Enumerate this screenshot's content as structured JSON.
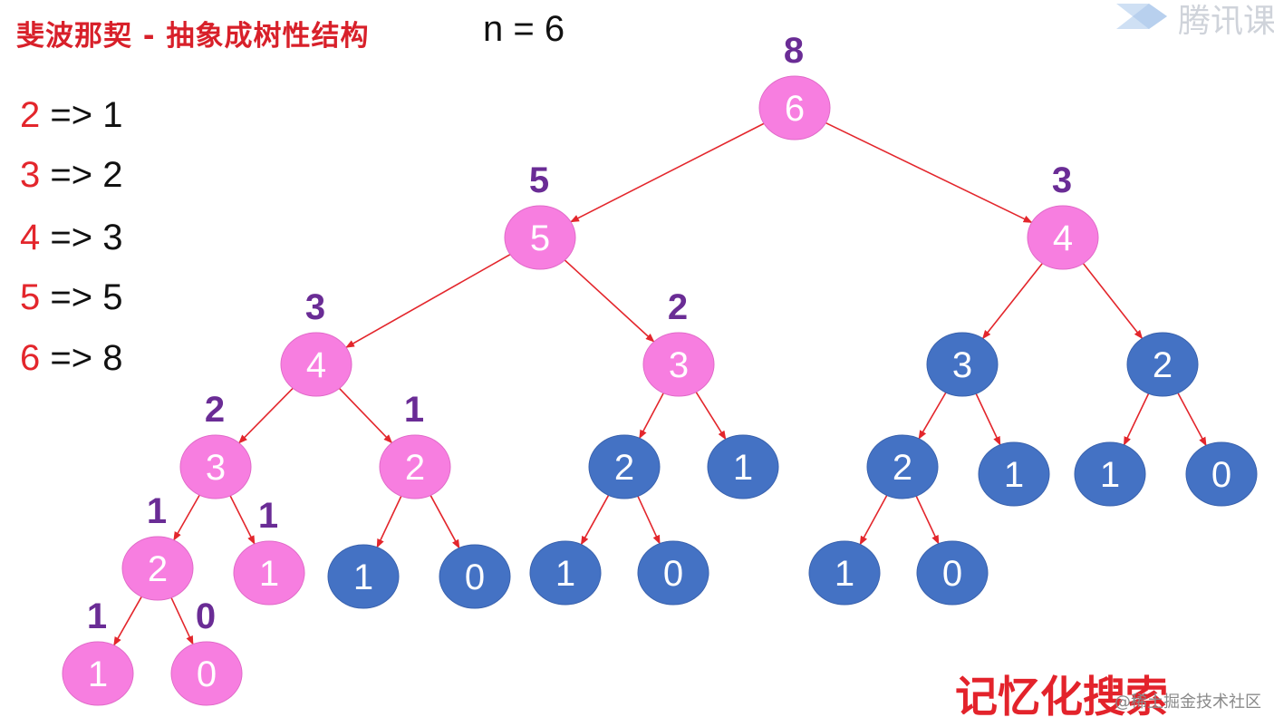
{
  "header": {
    "title": "斐波那契 - 抽象成树性结构",
    "n_label": "n = 6"
  },
  "memo": [
    {
      "key": "2",
      "value": " => 1"
    },
    {
      "key": "3",
      "value": " => 2"
    },
    {
      "key": "4",
      "value": " => 3"
    },
    {
      "key": "5",
      "value": " => 5"
    },
    {
      "key": "6",
      "value": " => 8"
    }
  ],
  "method_label": "记忆化搜索",
  "watermark": {
    "brand": "腾讯课",
    "credit": "@稀土掘金技术社区"
  },
  "colors": {
    "computed_node": "#f77ee0",
    "memo_hit_node": "#4472c4",
    "edge": "#e3262c",
    "count_label": "#6a2c95",
    "title": "#d8202a"
  },
  "tree": {
    "nodes": [
      {
        "id": "n6",
        "value": "6",
        "count": "8",
        "state": "computed"
      },
      {
        "id": "n5",
        "value": "5",
        "count": "5",
        "state": "computed"
      },
      {
        "id": "n4r",
        "value": "4",
        "count": "3",
        "state": "computed"
      },
      {
        "id": "n4",
        "value": "4",
        "count": "3",
        "state": "computed"
      },
      {
        "id": "n3m",
        "value": "3",
        "count": "2",
        "state": "computed"
      },
      {
        "id": "n3rr",
        "value": "3",
        "count": "",
        "state": "memo"
      },
      {
        "id": "n2rr",
        "value": "2",
        "count": "",
        "state": "memo"
      },
      {
        "id": "n3",
        "value": "3",
        "count": "2",
        "state": "computed"
      },
      {
        "id": "n2a",
        "value": "2",
        "count": "1",
        "state": "computed"
      },
      {
        "id": "n2m",
        "value": "2",
        "count": "",
        "state": "memo"
      },
      {
        "id": "n1m",
        "value": "1",
        "count": "",
        "state": "memo"
      },
      {
        "id": "n2r",
        "value": "2",
        "count": "",
        "state": "memo"
      },
      {
        "id": "n1r",
        "value": "1",
        "count": "",
        "state": "memo"
      },
      {
        "id": "n1rr",
        "value": "1",
        "count": "",
        "state": "memo"
      },
      {
        "id": "n0rr",
        "value": "0",
        "count": "",
        "state": "memo"
      },
      {
        "id": "n2",
        "value": "2",
        "count": "1",
        "state": "computed"
      },
      {
        "id": "n1b",
        "value": "1",
        "count": "1",
        "state": "computed"
      },
      {
        "id": "n1c",
        "value": "1",
        "count": "",
        "state": "memo"
      },
      {
        "id": "n0c",
        "value": "0",
        "count": "",
        "state": "memo"
      },
      {
        "id": "n1d",
        "value": "1",
        "count": "",
        "state": "memo"
      },
      {
        "id": "n0d",
        "value": "0",
        "count": "",
        "state": "memo"
      },
      {
        "id": "n1e",
        "value": "1",
        "count": "",
        "state": "memo"
      },
      {
        "id": "n0e",
        "value": "0",
        "count": "",
        "state": "memo"
      },
      {
        "id": "n1",
        "value": "1",
        "count": "1",
        "state": "computed"
      },
      {
        "id": "n0",
        "value": "0",
        "count": "0",
        "state": "computed"
      }
    ],
    "edges": [
      [
        "n6",
        "n5"
      ],
      [
        "n6",
        "n4r"
      ],
      [
        "n5",
        "n4"
      ],
      [
        "n5",
        "n3m"
      ],
      [
        "n4r",
        "n3rr"
      ],
      [
        "n4r",
        "n2rr"
      ],
      [
        "n4",
        "n3"
      ],
      [
        "n4",
        "n2a"
      ],
      [
        "n3m",
        "n2m"
      ],
      [
        "n3m",
        "n1m"
      ],
      [
        "n3rr",
        "n2r"
      ],
      [
        "n3rr",
        "n1r"
      ],
      [
        "n2rr",
        "n1rr"
      ],
      [
        "n2rr",
        "n0rr"
      ],
      [
        "n3",
        "n2"
      ],
      [
        "n3",
        "n1b"
      ],
      [
        "n2a",
        "n1c"
      ],
      [
        "n2a",
        "n0c"
      ],
      [
        "n2m",
        "n1d"
      ],
      [
        "n2m",
        "n0d"
      ],
      [
        "n2r",
        "n1e"
      ],
      [
        "n2r",
        "n0e"
      ],
      [
        "n2",
        "n1"
      ],
      [
        "n2",
        "n0"
      ]
    ]
  }
}
